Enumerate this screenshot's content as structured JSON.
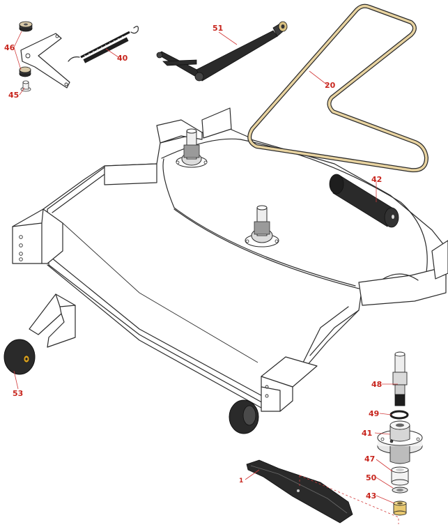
{
  "diagram": {
    "callouts": {
      "c46": "46",
      "c45": "45",
      "c40": "40",
      "c51": "51",
      "c20": "20",
      "c42": "42",
      "c53": "53",
      "c48": "48",
      "c49": "49",
      "c41": "41",
      "c47": "47",
      "c50": "50",
      "c43": "43",
      "c1": "1"
    },
    "colors": {
      "line": "#2b2b2b",
      "callout": "#c8261e",
      "belt": "#e8d3a0",
      "roller": "#2a2a2a",
      "brass": "#e8c870"
    }
  }
}
